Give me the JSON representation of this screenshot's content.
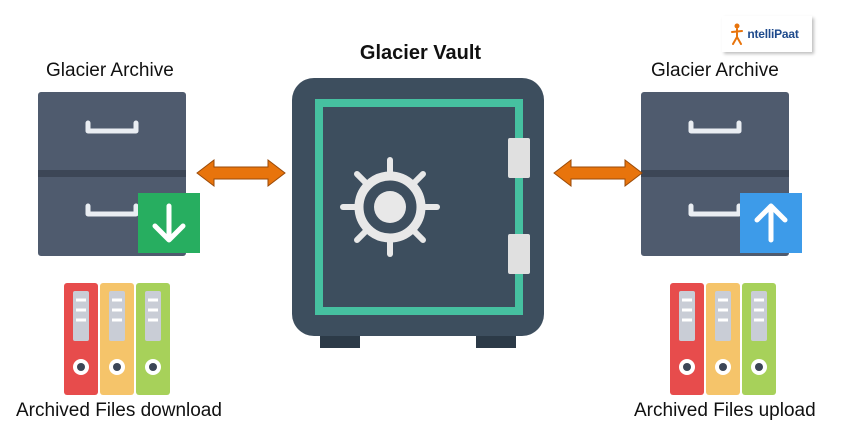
{
  "diagram": {
    "vault_title": "Glacier Vault",
    "left_archive_title": "Glacier Archive",
    "right_archive_title": "Glacier Archive",
    "left_files_label": "Archived Files download",
    "right_files_label": "Archived Files upload"
  },
  "logo": {
    "text": "ntelliPaat"
  },
  "colors": {
    "cabinet": "#4f5b6e",
    "cabinet_dark": "#3c4656",
    "vault_body": "#3d4e5e",
    "vault_frame": "#46c0a0",
    "arrow": "#e8740c",
    "download_badge": "#27ae60",
    "upload_badge": "#3d9be9",
    "binder_red": "#e74c4c",
    "binder_yellow": "#f5c46a",
    "binder_green": "#a7d15a",
    "dial": "#e8e8e8"
  },
  "icons": {
    "download": "download-arrow-icon",
    "upload": "upload-arrow-icon",
    "vault": "safe-icon",
    "cabinet": "file-cabinet-icon",
    "binder": "binder-icon"
  }
}
